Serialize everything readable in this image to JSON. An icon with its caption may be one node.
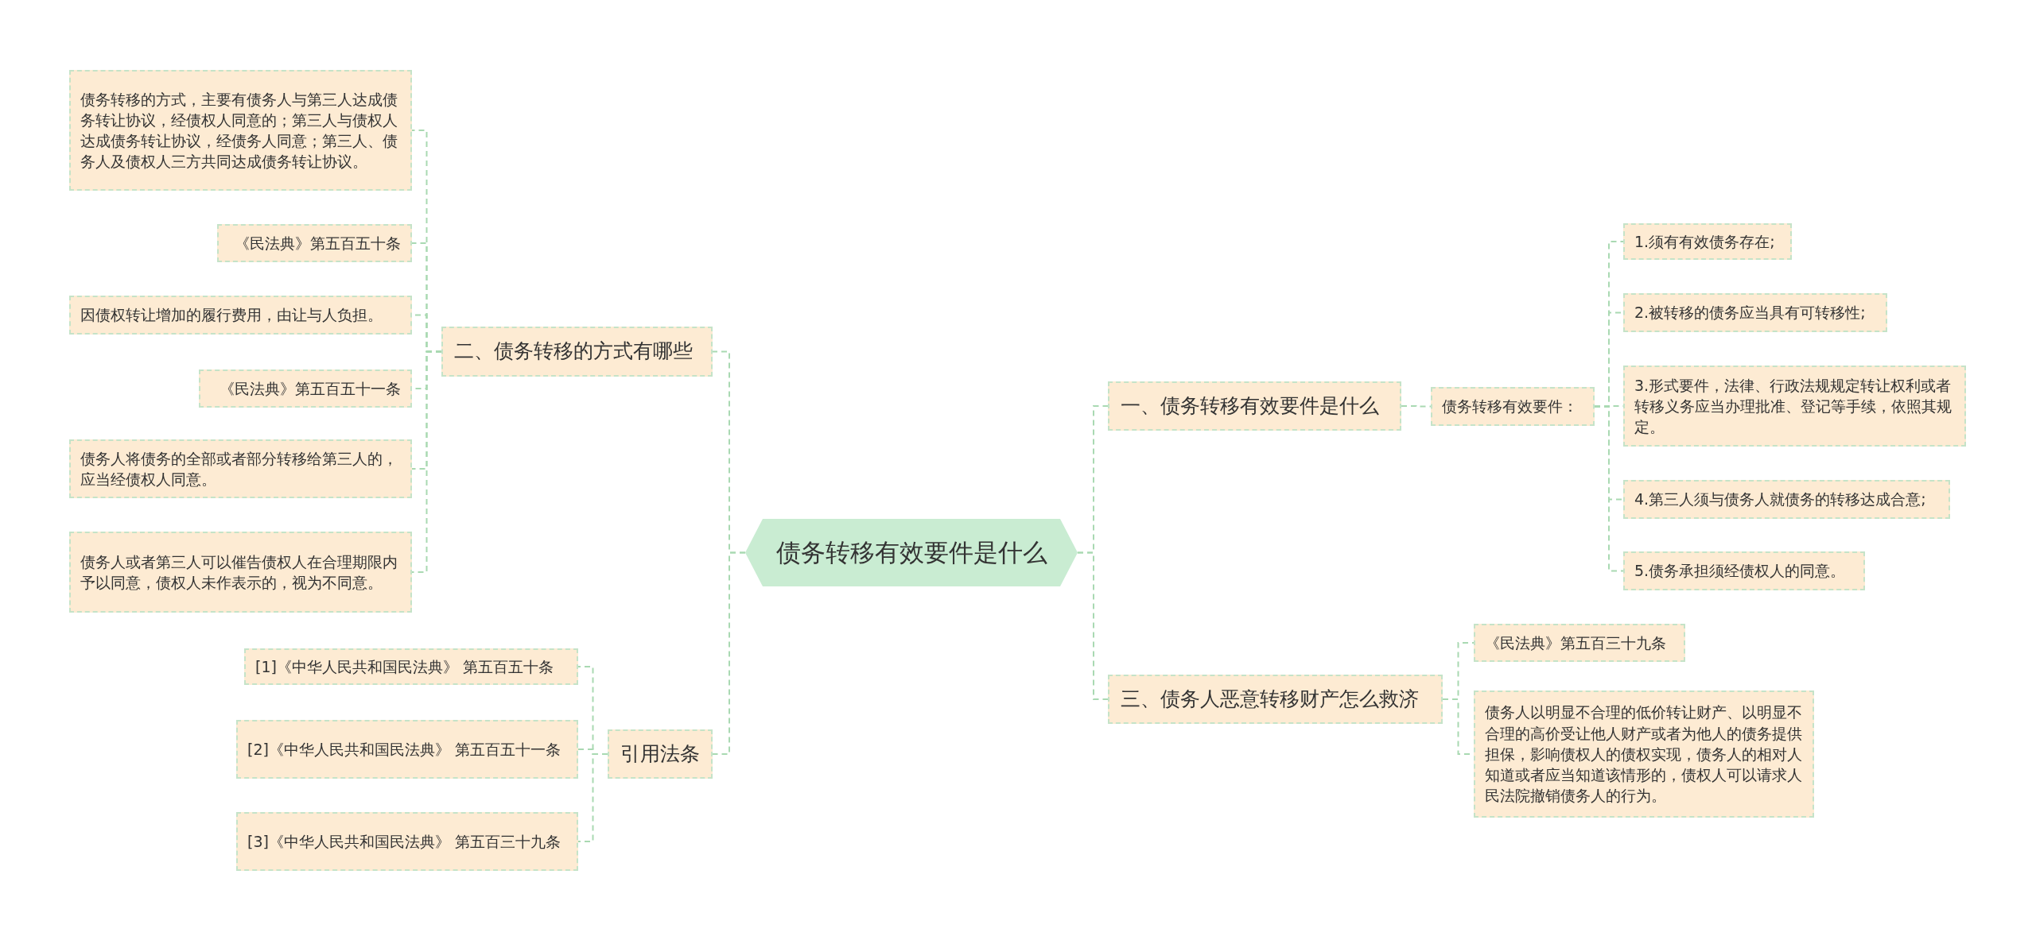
{
  "diagram": {
    "nodes": [
      {
        "text": [
          "债务转移有效要件是什么"
        ]
      },
      {
        "text": [
          "二、债务转移的方式有哪些"
        ]
      },
      {
        "text": [
          "债务转移的方式，主要有债务人与第三人达成债务转让协议，经债权人同意的；第三人与债权人达成债务转让协议，经债务人同意；第三人、债务人及债权人三方共同达成债务转让协议。"
        ]
      },
      {
        "text": [
          "《民法典》第五百五十条"
        ]
      },
      {
        "text": [
          "因债权转让增加的履行费用，由让与人负担。"
        ]
      },
      {
        "text": [
          "《民法典》第五百五十一条"
        ]
      },
      {
        "text": [
          "债务人将债务的全部或者部分转移给第三人的，应当经债权人同意。"
        ]
      },
      {
        "text": [
          "债务人或者第三人可以催告债权人在合理期限内予以同意，债权人未作表示的，视为不同意。"
        ]
      },
      {
        "text": [
          "引用法条"
        ]
      },
      {
        "text": [
          "[1]《中华人民共和国民法典》 第五百五十条"
        ]
      },
      {
        "text": [
          "[2]《中华人民共和国民法典》 第五百五十一条"
        ]
      },
      {
        "text": [
          "[3]《中华人民共和国民法典》 第五百三十九条"
        ]
      },
      {
        "text": [
          "一、债务转移有效要件是什么"
        ]
      },
      {
        "text": [
          "债务转移有效要件："
        ]
      },
      {
        "text": [
          "1.须有有效债务存在;"
        ]
      },
      {
        "text": [
          "2.被转移的债务应当具有可转移性;"
        ]
      },
      {
        "text": [
          "3.形式要件，法律、行政法规规定转让权利或者转移义务应当办理批准、登记等手续，依照其规定。"
        ]
      },
      {
        "text": [
          "4.第三人须与债务人就债务的转移达成合意;"
        ]
      },
      {
        "text": [
          "5.债务承担须经债权人的同意。"
        ]
      },
      {
        "text": [
          "三、债务人恶意转移财产怎么救济"
        ]
      },
      {
        "text": [
          "《民法典》第五百三十九条"
        ]
      },
      {
        "text": [
          "债务人以明显不合理的低价转让财产、以明显不合理的高价受让他人财产或者为他人的债务提供担保，影响债权人的债权实现，债务人的相对人知道或者应当知道该情形的，债权人可以请求人民法院撤销债务人的行为。"
        ]
      }
    ],
    "edges": [
      {
        "from": 0,
        "to": 1,
        "arrow": "none",
        "style": "dashed"
      },
      {
        "from": 1,
        "to": 2,
        "arrow": "none",
        "style": "dashed"
      },
      {
        "from": 1,
        "to": 3,
        "arrow": "none",
        "style": "dashed"
      },
      {
        "from": 1,
        "to": 4,
        "arrow": "none",
        "style": "dashed"
      },
      {
        "from": 1,
        "to": 5,
        "arrow": "none",
        "style": "dashed"
      },
      {
        "from": 1,
        "to": 6,
        "arrow": "none",
        "style": "dashed"
      },
      {
        "from": 1,
        "to": 7,
        "arrow": "none",
        "style": "dashed"
      },
      {
        "from": 0,
        "to": 8,
        "arrow": "none",
        "style": "dashed"
      },
      {
        "from": 8,
        "to": 9,
        "arrow": "none",
        "style": "dashed"
      },
      {
        "from": 8,
        "to": 10,
        "arrow": "none",
        "style": "dashed"
      },
      {
        "from": 8,
        "to": 11,
        "arrow": "none",
        "style": "dashed"
      },
      {
        "from": 0,
        "to": 12,
        "arrow": "none",
        "style": "dashed"
      },
      {
        "from": 12,
        "to": 13,
        "arrow": "none",
        "style": "dashed"
      },
      {
        "from": 13,
        "to": 14,
        "arrow": "none",
        "style": "dashed"
      },
      {
        "from": 13,
        "to": 15,
        "arrow": "none",
        "style": "dashed"
      },
      {
        "from": 13,
        "to": 16,
        "arrow": "none",
        "style": "dashed"
      },
      {
        "from": 13,
        "to": 17,
        "arrow": "none",
        "style": "dashed"
      },
      {
        "from": 13,
        "to": 18,
        "arrow": "none",
        "style": "dashed"
      },
      {
        "from": 0,
        "to": 19,
        "arrow": "none",
        "style": "dashed"
      },
      {
        "from": 19,
        "to": 20,
        "arrow": "none",
        "style": "dashed"
      },
      {
        "from": 19,
        "to": 21,
        "arrow": "none",
        "style": "dashed"
      }
    ]
  }
}
